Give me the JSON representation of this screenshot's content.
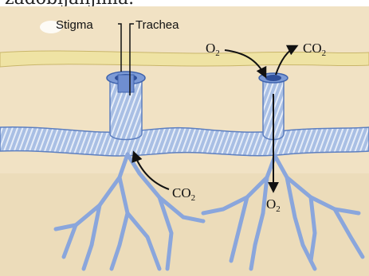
{
  "caption_fragment": "zadobljanjima.",
  "labels": {
    "stigma": "Stigma",
    "trachea": "Trachea",
    "o2_in": {
      "base": "O",
      "sub": "2"
    },
    "co2_out": {
      "base": "CO",
      "sub": "2"
    },
    "co2_in": {
      "base": "CO",
      "sub": "2"
    },
    "o2_down": {
      "base": "O",
      "sub": "2"
    }
  },
  "colors": {
    "tissue": "#f1e2c4",
    "cuticle": "#efe3a4",
    "trachea_fill": "#9fb7e0",
    "trachea_stroke": "#5d7fc0",
    "ring": "#dfe8f6",
    "arrow": "#111111"
  }
}
